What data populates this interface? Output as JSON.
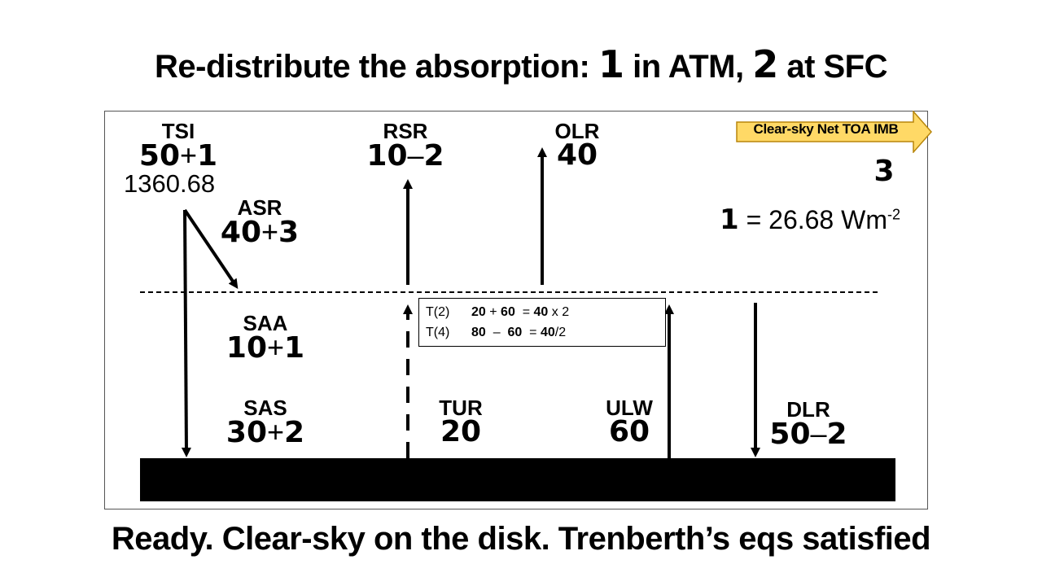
{
  "title": {
    "pre": "Re-distribute the absorption: ",
    "n1": "1",
    "mid": " in ATM, ",
    "n2": "2",
    "post": " at SFC"
  },
  "footer": "Ready. Clear-sky on the disk. Trenberth’s eqs satisfied",
  "banner": {
    "text": "Clear-sky Net TOA IMB",
    "value": "3",
    "color": "#FFD966"
  },
  "unit_note": {
    "n": "1",
    "text": " = 26.68 Wm",
    "exp": "-2"
  },
  "tsi": {
    "label": "TSI",
    "a": "50",
    "op": "+",
    "b": "1",
    "detail": "1360.68"
  },
  "asr": {
    "label": "ASR",
    "a": "40",
    "op": "+",
    "b": "3"
  },
  "rsr": {
    "label": "RSR",
    "a": "10",
    "op": "–",
    "b": "2"
  },
  "olr": {
    "label": "OLR",
    "value": "40"
  },
  "saa": {
    "label": "SAA",
    "a": "10",
    "op": "+",
    "b": "1"
  },
  "sas": {
    "label": "SAS",
    "a": "30",
    "op": "+",
    "b": "2"
  },
  "tur": {
    "label": "TUR",
    "value": "20"
  },
  "ulw": {
    "label": "ULW",
    "value": "60"
  },
  "dlr": {
    "label": "DLR",
    "a": "50",
    "op": "–",
    "b": "2"
  },
  "equations": {
    "row1": {
      "name": "T(2)",
      "a": "20",
      "op1": "+",
      "b": "60",
      "eq": "=",
      "c": "40",
      "tail": " x 2"
    },
    "row2": {
      "name": "T(4)",
      "a": "80",
      "op1": "–",
      "b": "60",
      "eq": "=",
      "c": "40",
      "tail": "/2"
    }
  }
}
